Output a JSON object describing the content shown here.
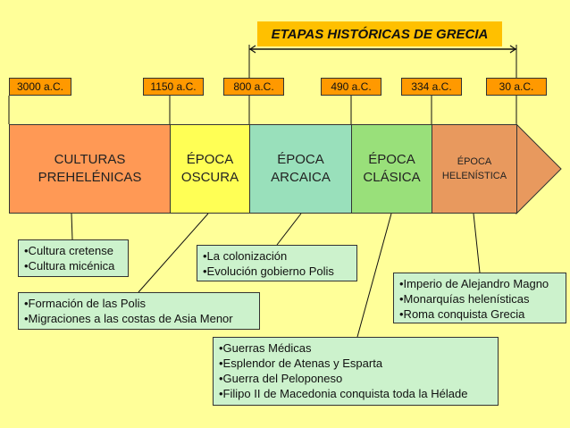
{
  "title": "ETAPAS HISTÓRICAS DE GRECIA",
  "colors": {
    "background": "#ffff99",
    "title_box": "#ffc000",
    "date_box": "#ff9900",
    "note_box": "#ccf2cc",
    "segments": {
      "prehelenicas": "#ff9955",
      "oscura": "#ffff55",
      "arcaica": "#99e0bb",
      "clasica": "#99e07a",
      "helenistica": "#e8995e"
    }
  },
  "dates": [
    {
      "label": "3000 a.C."
    },
    {
      "label": "1150 a.C."
    },
    {
      "label": "800 a.C."
    },
    {
      "label": "490 a.C."
    },
    {
      "label": "334 a.C."
    },
    {
      "label": "30 a.C."
    }
  ],
  "periods": [
    {
      "line1": "CULTURAS",
      "line2": "PREHELÉNICAS"
    },
    {
      "line1": "ÉPOCA",
      "line2": "OSCURA"
    },
    {
      "line1": "ÉPOCA",
      "line2": "ARCAICA"
    },
    {
      "line1": "ÉPOCA",
      "line2": "CLÁSICA"
    },
    {
      "line1": "ÉPOCA",
      "line2": "HELENÍSTICA"
    }
  ],
  "notes": {
    "prehelenicas": [
      "•Cultura cretense",
      "•Cultura micénica"
    ],
    "oscura": [
      "•Formación de las Polis",
      "•Migraciones a las costas de Asia Menor"
    ],
    "arcaica": [
      "•La colonización",
      "•Evolución gobierno Polis"
    ],
    "clasica": [
      "•Guerras Médicas",
      "•Esplendor de Atenas y Esparta",
      "•Guerra del Peloponeso",
      "•Filipo II de Macedonia conquista toda la Hélade"
    ],
    "helenistica": [
      "•Imperio de Alejandro Magno",
      "•Monarquías helenísticas",
      "•Roma conquista Grecia"
    ]
  }
}
